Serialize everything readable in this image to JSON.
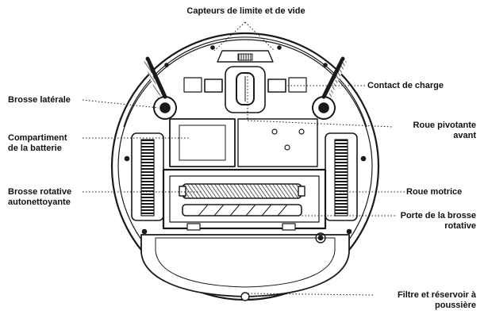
{
  "colors": {
    "ink": "#1a1a1a",
    "body_fill": "#ffffff",
    "label": "#111111"
  },
  "labels": {
    "sensors": "Capteurs de limite et de vide",
    "side_brush": "Brosse latérale",
    "charge_contact": "Contact de charge",
    "battery": [
      "Compartiment",
      "de la batterie"
    ],
    "caster_wheel": [
      "Roue pivotante",
      "avant"
    ],
    "main_brush": [
      "Brosse rotative",
      "autonettoyante"
    ],
    "drive_wheel": "Roue motrice",
    "brush_door": [
      "Porte de la brosse",
      "rotative"
    ],
    "dustbin": [
      "Filtre et réservoir à",
      "poussière"
    ]
  }
}
